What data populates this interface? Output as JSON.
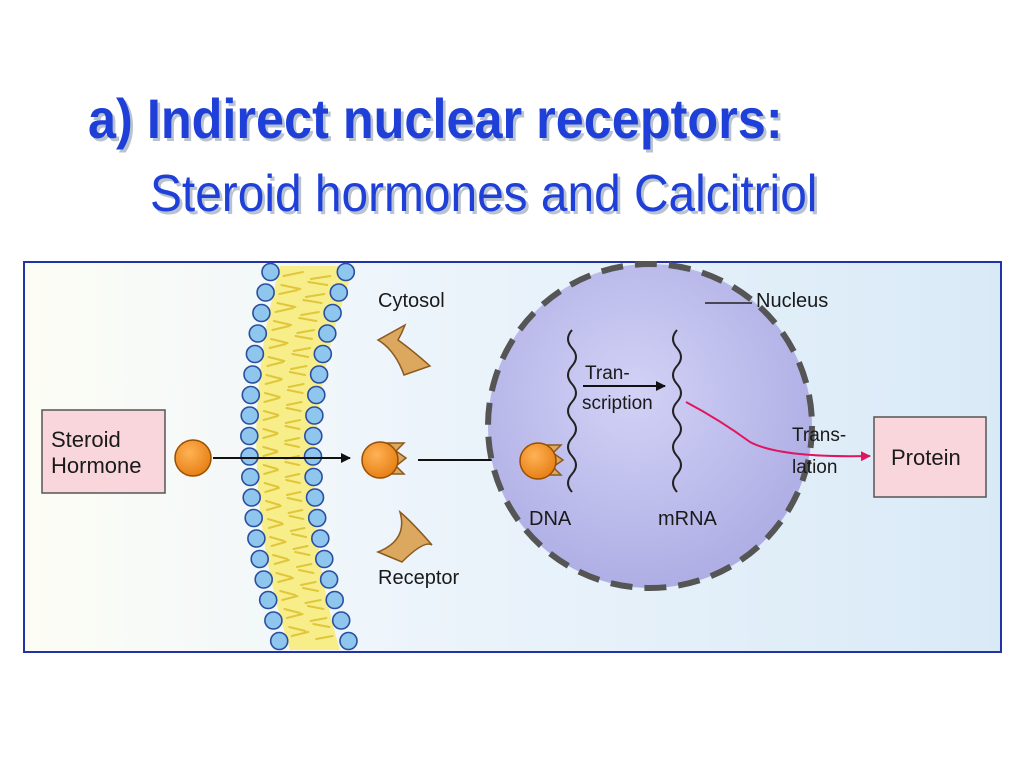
{
  "slide": {
    "title_line1": "a) Indirect nuclear receptors:",
    "title_line2": "Steroid hormones and Calcitriol"
  },
  "diagram": {
    "labels": {
      "steroid": "Steroid",
      "hormone": "Hormone",
      "cytosol": "Cytosol",
      "receptor": "Receptor",
      "nucleus": "Nucleus",
      "tran": "Tran-",
      "scription": "scription",
      "dna": "DNA",
      "mrna": "mRNA",
      "trans": "Trans-",
      "lation": "lation",
      "protein": "Protein"
    }
  },
  "colors": {
    "title_blue": "#1f3fd9",
    "frame_blue": "#2233aa",
    "membrane_yellow": "#f7ee8a",
    "lipid_head_blue": "#8fc6ee",
    "hormone_orange": "#f08a1c",
    "receptor_tan": "#dca860",
    "nucleus_lavender": "#b7b6ea",
    "protein_pink": "#f8d6dc",
    "translation_red": "#e0155f"
  }
}
